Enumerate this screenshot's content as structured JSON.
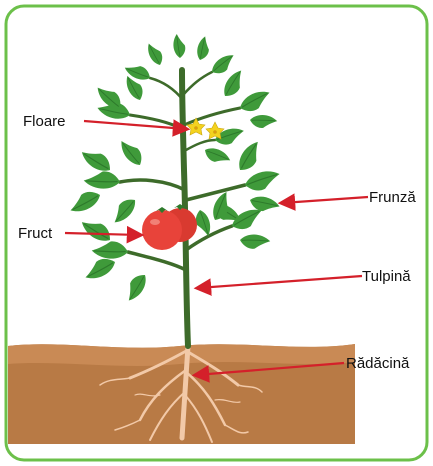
{
  "labels": {
    "floare": "Floare",
    "frunza": "Frunză",
    "fruct": "Fruct",
    "tulpina": "Tulpină",
    "radacina": "Rădăcină"
  },
  "colors": {
    "frame": "#6cc04a",
    "arrow": "#d4202a",
    "leaf": "#3f9a3a",
    "leaf_dark": "#2d7a2b",
    "stem": "#3d6b2a",
    "fruit": "#e8433a",
    "flower": "#f4d21f",
    "soil": "#b87a45",
    "soil_top": "#c98a55",
    "root": "#f2c9a8"
  }
}
